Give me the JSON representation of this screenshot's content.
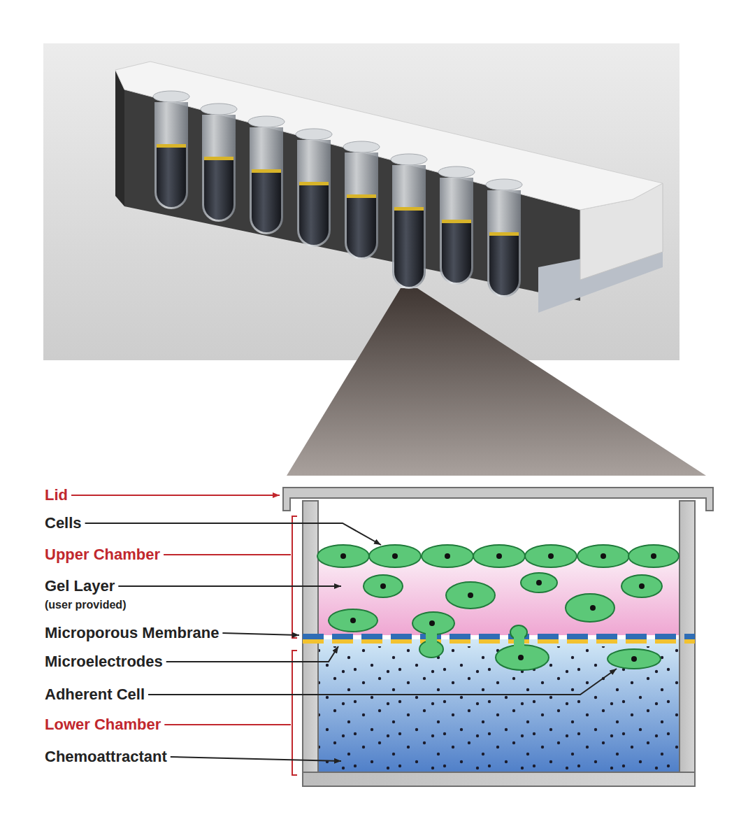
{
  "diagram": {
    "labels": [
      "Lid",
      "Cells",
      "Upper Chamber",
      "Gel Layer",
      "(user provided)",
      "Microporous Membrane",
      "Microelectrodes",
      "Adherent Cell",
      "Lower Chamber",
      "Chemoattractant"
    ]
  }
}
